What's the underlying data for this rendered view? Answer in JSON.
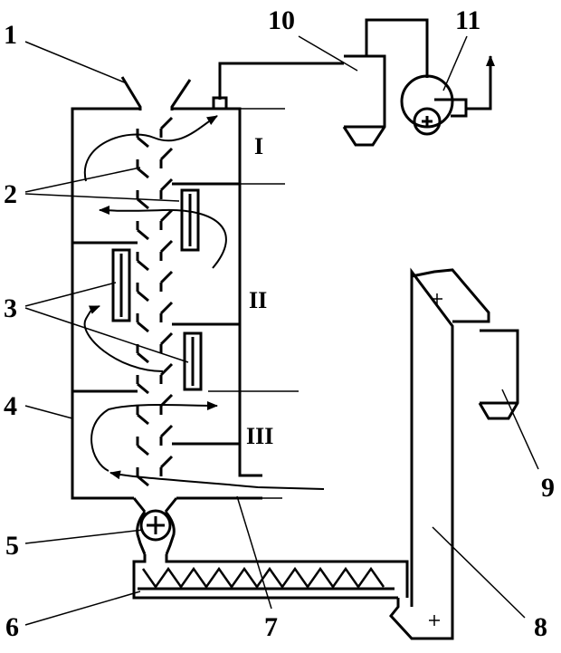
{
  "diagram": {
    "labels": {
      "n1": "1",
      "n2": "2",
      "n3": "3",
      "n4": "4",
      "n5": "5",
      "n6": "6",
      "n7": "7",
      "n8": "8",
      "n9": "9",
      "n10": "10",
      "n11": "11"
    },
    "zones": {
      "z1": "I",
      "z2": "II",
      "z3": "III"
    }
  }
}
